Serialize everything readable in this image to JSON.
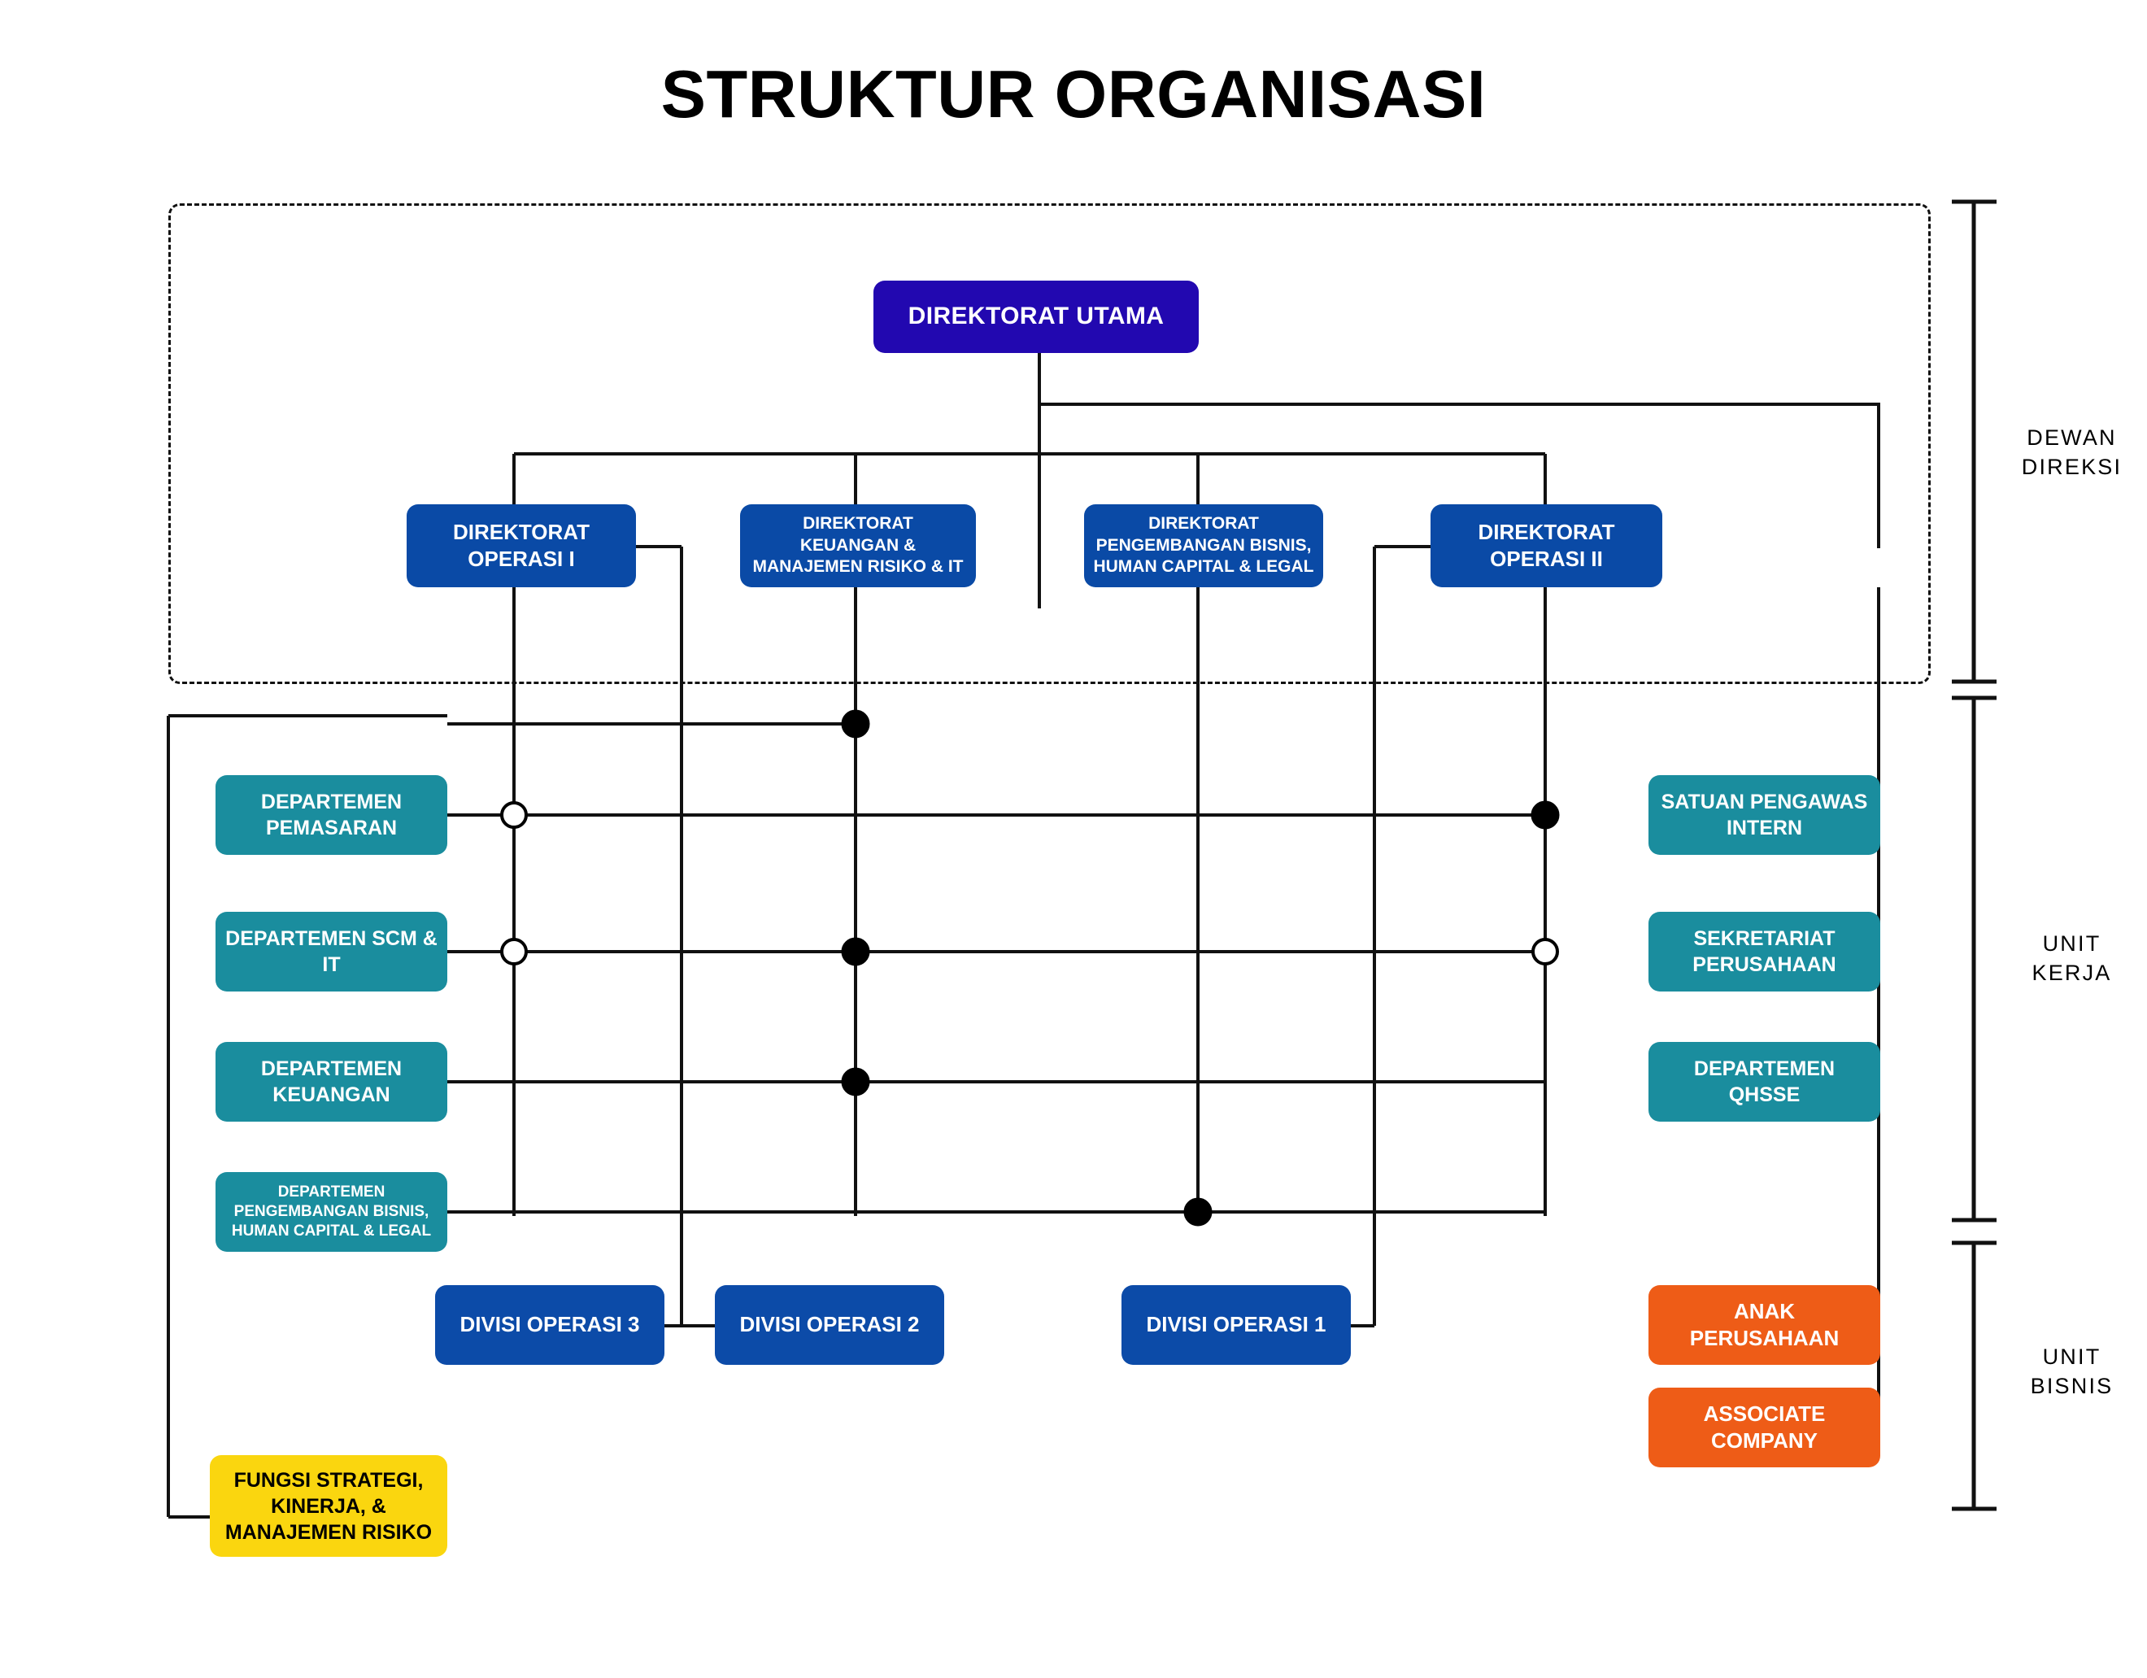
{
  "title": "STRUKTUR ORGANISASI",
  "colors": {
    "root": "#2208b0",
    "directorate": "#0a4aa6",
    "department": "#1a8d9e",
    "division": "#0c4ba8",
    "business_unit": "#ee5c17",
    "function": "#fad60f",
    "connector": "#111111",
    "background": "#ffffff"
  },
  "root": {
    "label": "DIREKTORAT UTAMA"
  },
  "directorates": [
    {
      "label": "DIREKTORAT\nOPERASI I"
    },
    {
      "label": "DIREKTORAT\nKEUANGAN &\nMANAJEMEN RISIKO & IT"
    },
    {
      "label": "DIREKTORAT\nPENGEMBANGAN BISNIS,\nHUMAN CAPITAL & LEGAL"
    },
    {
      "label": "DIREKTORAT\nOPERASI II"
    }
  ],
  "departments_left": [
    {
      "label": "DEPARTEMEN\nPEMASARAN"
    },
    {
      "label": "DEPARTEMEN SCM &\nIT"
    },
    {
      "label": "DEPARTEMEN\nKEUANGAN"
    },
    {
      "label": "DEPARTEMEN\nPENGEMBANGAN BISNIS,\nHUMAN CAPITAL & LEGAL"
    }
  ],
  "departments_right": [
    {
      "label": "SATUAN PENGAWAS\nINTERN"
    },
    {
      "label": "SEKRETARIAT\nPERUSAHAAN"
    },
    {
      "label": "DEPARTEMEN QHSSE"
    }
  ],
  "divisions": [
    {
      "label": "DIVISI OPERASI 3"
    },
    {
      "label": "DIVISI OPERASI 2"
    },
    {
      "label": "DIVISI OPERASI 1"
    }
  ],
  "business_units": [
    {
      "label": "ANAK PERUSAHAAN"
    },
    {
      "label": "ASSOCIATE COMPANY"
    }
  ],
  "functions": [
    {
      "label": "FUNGSI STRATEGI,\nKINERJA, &\nMANAJEMEN RISIKO"
    }
  ],
  "brackets": [
    {
      "label": "DEWAN\nDIREKSI"
    },
    {
      "label": "UNIT\nKERJA"
    },
    {
      "label": "UNIT\nBISNIS"
    }
  ]
}
